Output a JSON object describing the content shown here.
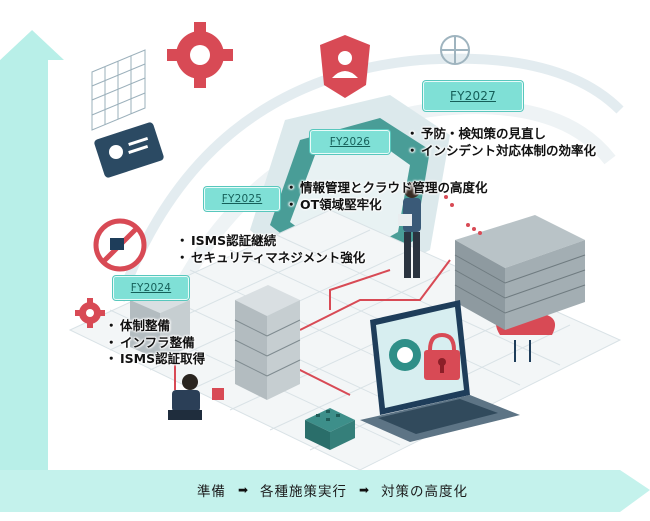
{
  "colors": {
    "accent": "#7fe0d6",
    "frame": "#b8efe8",
    "alert": "#d84a55",
    "navy": "#1e3d5a"
  },
  "milestones": [
    {
      "year": "FY2024",
      "items": [
        "体制整備",
        "インフラ整備",
        "ISMS認証取得"
      ]
    },
    {
      "year": "FY2025",
      "items": [
        "ISMS認証継続",
        "セキュリティマネジメント強化"
      ]
    },
    {
      "year": "FY2026",
      "items": [
        "情報管理とクラウド管理の高度化",
        "OT領域堅牢化"
      ]
    },
    {
      "year": "FY2027",
      "items": [
        "予防・検知策の見直し",
        "インシデント対応体制の効率化"
      ]
    }
  ],
  "footer": {
    "steps": [
      "準備",
      "各種施策実行",
      "対策の高度化"
    ],
    "arrow_glyph": "➡"
  },
  "icons": [
    "gear-icon",
    "user-shield-icon",
    "id-card-icon",
    "no-entry-icon",
    "cloud-icon",
    "padlock-icon",
    "server-rack-icon",
    "laptop-icon",
    "brick-firewall-icon"
  ]
}
